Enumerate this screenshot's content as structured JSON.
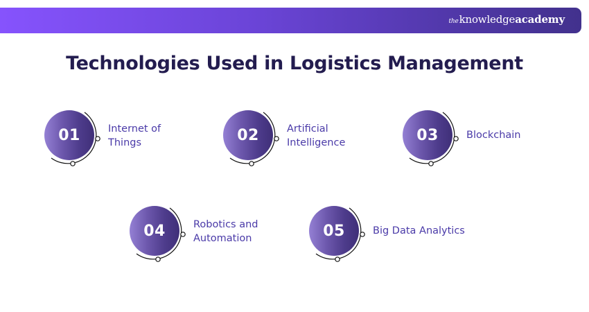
{
  "header": {
    "brand_prefix": "the",
    "brand_word1": "knowledge",
    "brand_word2": "academy",
    "gradient_start": "#8653fd",
    "gradient_end": "#42318d"
  },
  "title": "Technologies Used in Logistics Management",
  "colors": {
    "title": "#231c4f",
    "label": "#4a3aa8",
    "circle_light": "#9480d4",
    "circle_dark": "#3f2f78"
  },
  "items": [
    {
      "number": "01",
      "line1": "Internet of",
      "line2": "Things"
    },
    {
      "number": "02",
      "line1": "Artificial",
      "line2": "Intelligence"
    },
    {
      "number": "03",
      "line1": "Blockchain",
      "line2": ""
    },
    {
      "number": "04",
      "line1": "Robotics and",
      "line2": "Automation"
    },
    {
      "number": "05",
      "line1": "Big Data Analytics",
      "line2": ""
    }
  ]
}
